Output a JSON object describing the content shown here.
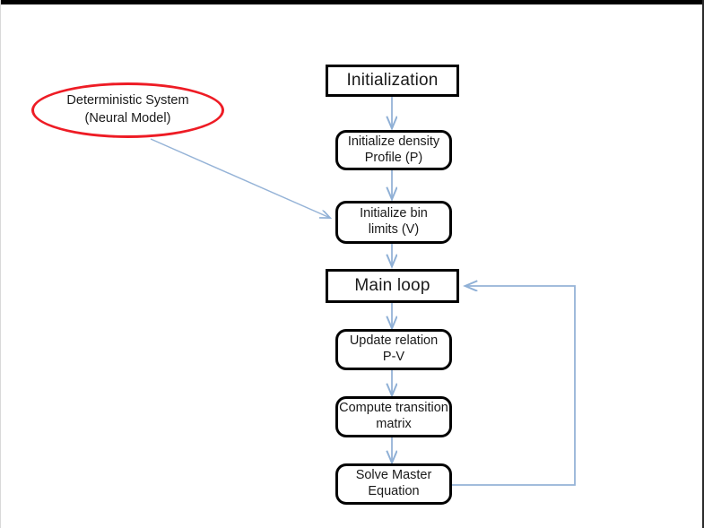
{
  "diagram": {
    "title_region": "flowchart",
    "colors": {
      "node_border": "#000000",
      "annotation_border": "#ee1c25",
      "connector": "#95b3d7",
      "text": "#1a1a1a",
      "background": "#ffffff"
    },
    "annotation": {
      "label": "Deterministic System\n(Neural Model)",
      "shape": "ellipse",
      "border_color": "#ee1c25"
    },
    "nodes": [
      {
        "id": "initialization",
        "label": "Initialization",
        "shape": "rect"
      },
      {
        "id": "init-density",
        "label": "Initialize density\nProfile (P)",
        "shape": "round"
      },
      {
        "id": "init-bin-limits",
        "label": "Initialize  bin\nlimits (V)",
        "shape": "round"
      },
      {
        "id": "main-loop",
        "label": "Main loop",
        "shape": "rect"
      },
      {
        "id": "update-relation",
        "label": "Update relation\nP-V",
        "shape": "round"
      },
      {
        "id": "compute-transition",
        "label": "Compute transition\nmatrix",
        "shape": "round"
      },
      {
        "id": "solve-master",
        "label": "Solve  Master\nEquation",
        "shape": "round"
      }
    ],
    "edges": [
      {
        "id": "e1",
        "from": "initialization",
        "to": "init-density",
        "kind": "straight-down"
      },
      {
        "id": "e2",
        "from": "init-density",
        "to": "init-bin-limits",
        "kind": "straight-down"
      },
      {
        "id": "e3",
        "from": "init-bin-limits",
        "to": "main-loop",
        "kind": "straight-down"
      },
      {
        "id": "e4",
        "from": "main-loop",
        "to": "update-relation",
        "kind": "straight-down"
      },
      {
        "id": "e5",
        "from": "update-relation",
        "to": "compute-transition",
        "kind": "straight-down"
      },
      {
        "id": "e6",
        "from": "compute-transition",
        "to": "solve-master",
        "kind": "straight-down"
      },
      {
        "id": "e7",
        "from": "solve-master",
        "to": "main-loop",
        "kind": "feedback-loop-right"
      },
      {
        "id": "e8",
        "from": "annotation",
        "to": "init-bin-limits",
        "kind": "diagonal"
      }
    ]
  }
}
